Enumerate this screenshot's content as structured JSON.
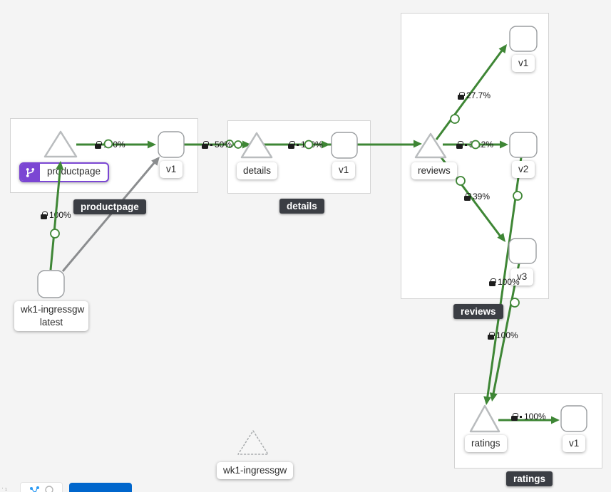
{
  "colors": {
    "edge_green": "#3e8635",
    "edge_gray": "#8b8d8f",
    "badge_purple": "#7b46d3",
    "tooltip_bg": "#3b3e44",
    "primary_blue": "#0066cc"
  },
  "nodes": {
    "productpage": {
      "type": "service",
      "label": "productpage",
      "badge": "virtual-service"
    },
    "productpage_v1": {
      "type": "workload",
      "label": "v1"
    },
    "details": {
      "type": "service",
      "label": "details"
    },
    "details_v1": {
      "type": "workload",
      "label": "v1"
    },
    "reviews": {
      "type": "service",
      "label": "reviews"
    },
    "reviews_v1": {
      "type": "workload",
      "label": "v1"
    },
    "reviews_v2": {
      "type": "workload",
      "label": "v2"
    },
    "reviews_v3": {
      "type": "workload",
      "label": "v3"
    },
    "ratings": {
      "type": "service",
      "label": "ratings"
    },
    "ratings_v1": {
      "type": "workload",
      "label": "v1"
    },
    "ingressgw": {
      "type": "workload",
      "label_line1": "wk1-ingressgw",
      "label_line2": "latest"
    },
    "ingressgw_idle": {
      "type": "service-idle",
      "label": "wk1-ingressgw"
    }
  },
  "edges": [
    {
      "from": "wk1-ingressgw",
      "to": "productpage",
      "label": "100%",
      "secure": true
    },
    {
      "from": "productpage",
      "to": "productpage v1",
      "label": "100%",
      "secure": true
    },
    {
      "from": "productpage v1",
      "to": "details",
      "label": "50%",
      "secure": true
    },
    {
      "from": "details",
      "to": "details v1",
      "label": "100%",
      "secure": true
    },
    {
      "from": "reviews",
      "to": "reviews v1",
      "label": "27.7%",
      "secure": true
    },
    {
      "from": "reviews",
      "to": "reviews v2",
      "label": "33.2%",
      "secure": true
    },
    {
      "from": "reviews",
      "to": "reviews v3",
      "label": "39%",
      "secure": true
    },
    {
      "from": "reviews v2",
      "to": "ratings",
      "label": "100%",
      "secure": true
    },
    {
      "from": "reviews v3",
      "to": "ratings",
      "label": "100%",
      "secure": true
    },
    {
      "from": "ratings",
      "to": "ratings v1",
      "label": "100%",
      "secure": true
    },
    {
      "from": "wk1-ingressgw",
      "to": "productpage v1",
      "label": "",
      "secure": false
    }
  ],
  "group_tooltips": {
    "productpage": "productpage",
    "details": "details",
    "reviews": "reviews",
    "ratings": "ratings"
  },
  "bottom_bar": {
    "icons": [
      "topology-icon",
      "help-icon"
    ]
  }
}
